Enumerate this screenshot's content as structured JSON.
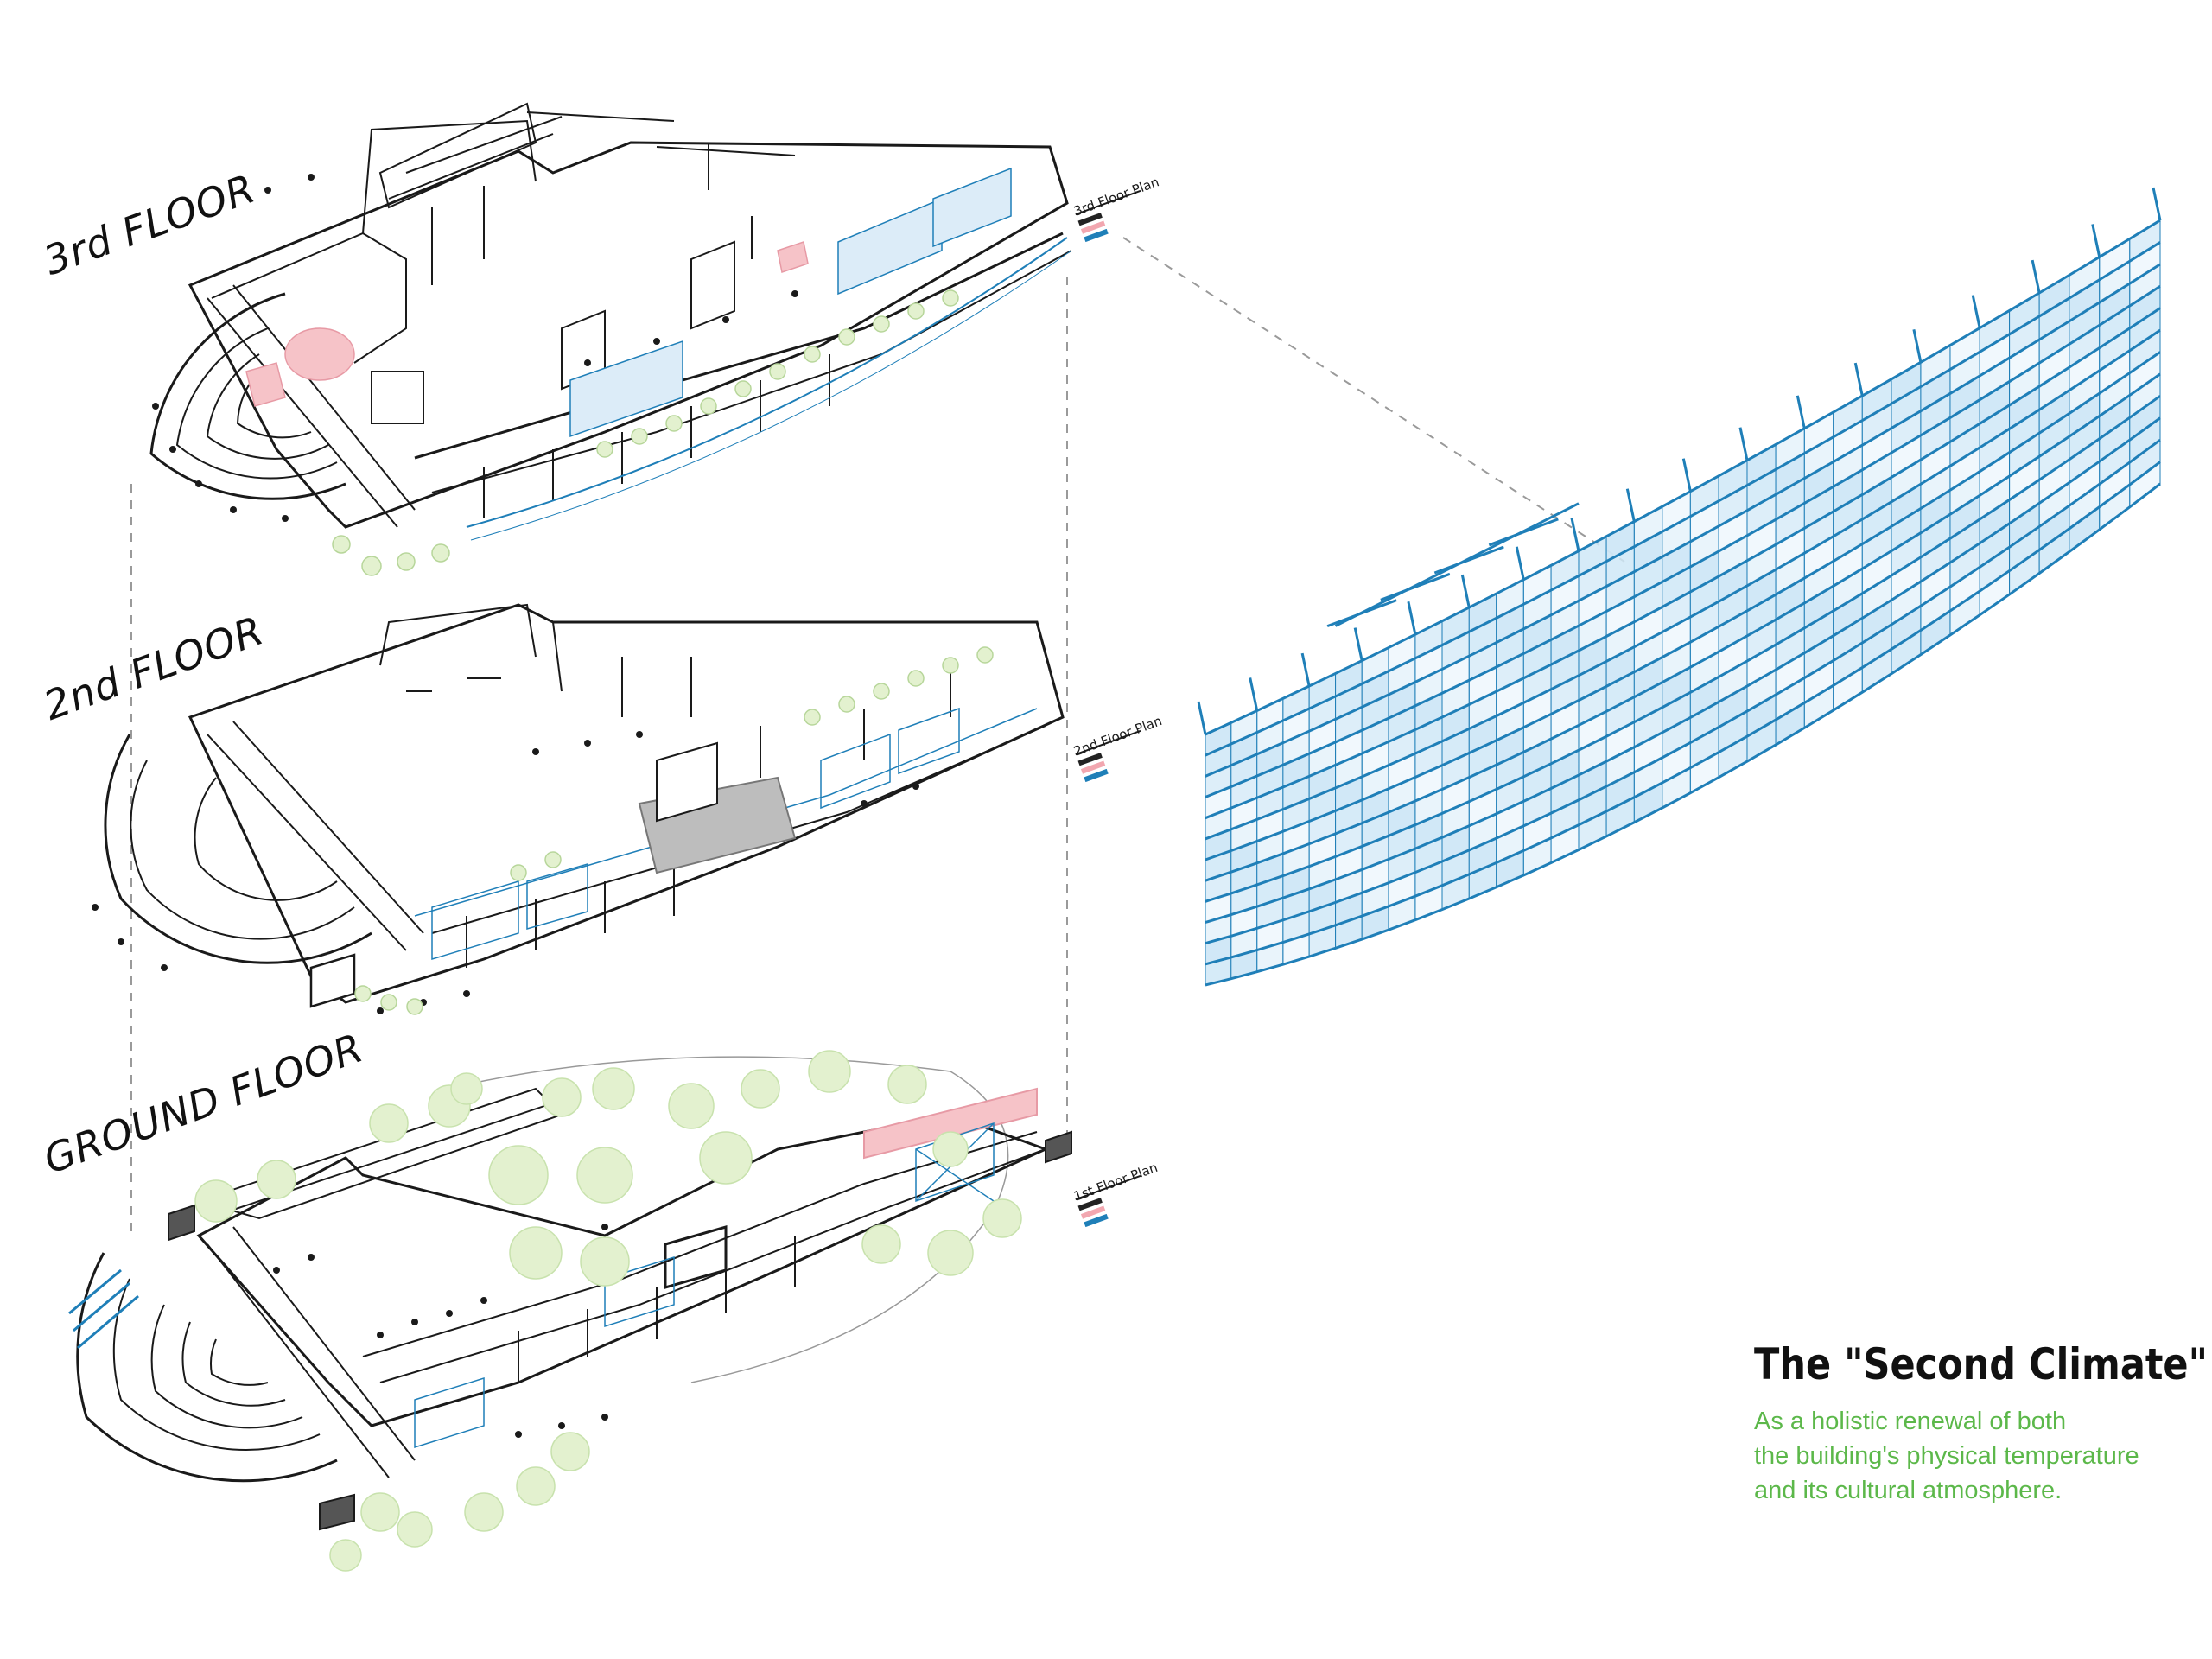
{
  "floors": [
    {
      "label": "3rd FLOOR",
      "plan_title": "3rd Floor Plan"
    },
    {
      "label": "2nd FLOOR",
      "plan_title": "2nd Floor Plan"
    },
    {
      "label": "GROUND  FLOOR",
      "plan_title": "1st Floor Plan"
    }
  ],
  "legend_colors": [
    "#222222",
    "#f2a7b0",
    "#1f7fb8"
  ],
  "colors": {
    "line": "#1a1a1a",
    "facade_blue": "#1f7fb8",
    "facade_fill": "#cfe7f7",
    "tree": "#e3f1cf",
    "tree_stroke": "#b7d69a",
    "pink": "#f6c3c8",
    "accent_green": "#5cb84a"
  },
  "caption": {
    "title": "The \"Second Climate\"",
    "lines": [
      "As a holistic renewal of both",
      "the building's physical temperature",
      "and its cultural atmosphere."
    ]
  }
}
